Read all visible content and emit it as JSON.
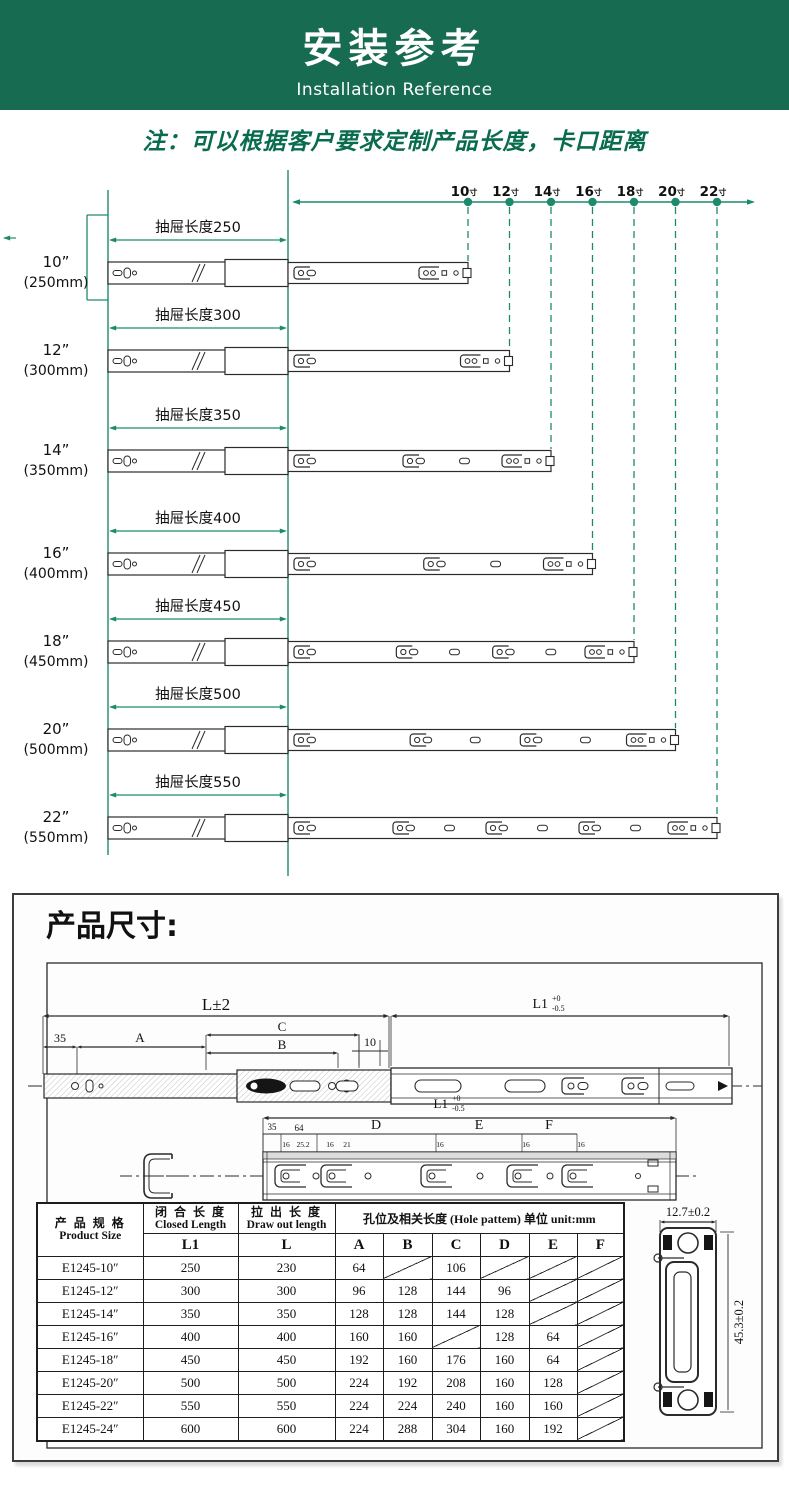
{
  "header": {
    "title": "安装参考",
    "subtitle": "Installation Reference"
  },
  "note": "注：可以根据客户要求定制产品长度，卡口距离",
  "colors": {
    "header_bg": "#176b50",
    "note_green": "#0a6c4f",
    "diagram_green": "#1e8a6d",
    "ink": "#2b2b2b"
  },
  "diagram": {
    "ruler_unit": "寸",
    "ruler_sizes": [
      "10",
      "12",
      "14",
      "16",
      "18",
      "20",
      "22"
    ],
    "rows": [
      {
        "inch": "10”",
        "mm": "(250mm)",
        "drawer_label": "抽屉长度250"
      },
      {
        "inch": "12”",
        "mm": "(300mm)",
        "drawer_label": "抽屉长度300"
      },
      {
        "inch": "14”",
        "mm": "(350mm)",
        "drawer_label": "抽屉长度350"
      },
      {
        "inch": "16”",
        "mm": "(400mm)",
        "drawer_label": "抽屉长度400"
      },
      {
        "inch": "18”",
        "mm": "(450mm)",
        "drawer_label": "抽屉长度450"
      },
      {
        "inch": "20”",
        "mm": "(500mm)",
        "drawer_label": "抽屉长度500"
      },
      {
        "inch": "22”",
        "mm": "(550mm)",
        "drawer_label": "抽屉长度550"
      }
    ]
  },
  "product_dims": {
    "heading": "产品尺寸:",
    "drawing_front": {
      "len_tol": "L±2",
      "l1": "L1",
      "l1_tol_top": "+0",
      "l1_tol_bottom": "-0.5",
      "d35": "35",
      "dA": "A",
      "dB": "B",
      "dC": "C",
      "d10": "10"
    },
    "drawing_top": {
      "l1": "L1",
      "l1_tol_top": "+0",
      "l1_tol_bottom": "-0.5",
      "d35": "35",
      "d64": "64",
      "dD": "D",
      "dE": "E",
      "dF": "F",
      "small_dims": [
        "16",
        "25.2",
        "16",
        "21",
        "16",
        "16",
        "16"
      ]
    },
    "cross_section": {
      "width": "12.7±0.2",
      "height": "45.3±0.2"
    },
    "table": {
      "product_header_cn": "产 品 规 格",
      "product_header_en": "Product Size",
      "closed_cn": "闭 合 长 度",
      "closed_en": "Closed Length",
      "closed_sub": "L1",
      "drawout_cn": "拉 出 长 度",
      "drawout_en": "Draw out length",
      "drawout_sub": "L",
      "holes_header": "孔位及相关长度 (Hole pattem)  单位 unit:mm",
      "hole_cols": [
        "A",
        "B",
        "C",
        "D",
        "E",
        "F"
      ],
      "rows": [
        {
          "model": "E1245-10″",
          "l1": "250",
          "l": "230",
          "holes": [
            "64",
            null,
            "106",
            null,
            null,
            null
          ]
        },
        {
          "model": "E1245-12″",
          "l1": "300",
          "l": "300",
          "holes": [
            "96",
            "128",
            "144",
            "96",
            null,
            null
          ]
        },
        {
          "model": "E1245-14″",
          "l1": "350",
          "l": "350",
          "holes": [
            "128",
            "128",
            "144",
            "128",
            null,
            null
          ]
        },
        {
          "model": "E1245-16″",
          "l1": "400",
          "l": "400",
          "holes": [
            "160",
            "160",
            null,
            "128",
            "64",
            null
          ]
        },
        {
          "model": "E1245-18″",
          "l1": "450",
          "l": "450",
          "holes": [
            "192",
            "160",
            "176",
            "160",
            "64",
            null
          ]
        },
        {
          "model": "E1245-20″",
          "l1": "500",
          "l": "500",
          "holes": [
            "224",
            "192",
            "208",
            "160",
            "128",
            null
          ]
        },
        {
          "model": "E1245-22″",
          "l1": "550",
          "l": "550",
          "holes": [
            "224",
            "224",
            "240",
            "160",
            "160",
            null
          ]
        },
        {
          "model": "E1245-24″",
          "l1": "600",
          "l": "600",
          "holes": [
            "224",
            "288",
            "304",
            "160",
            "192",
            null
          ]
        }
      ]
    }
  }
}
